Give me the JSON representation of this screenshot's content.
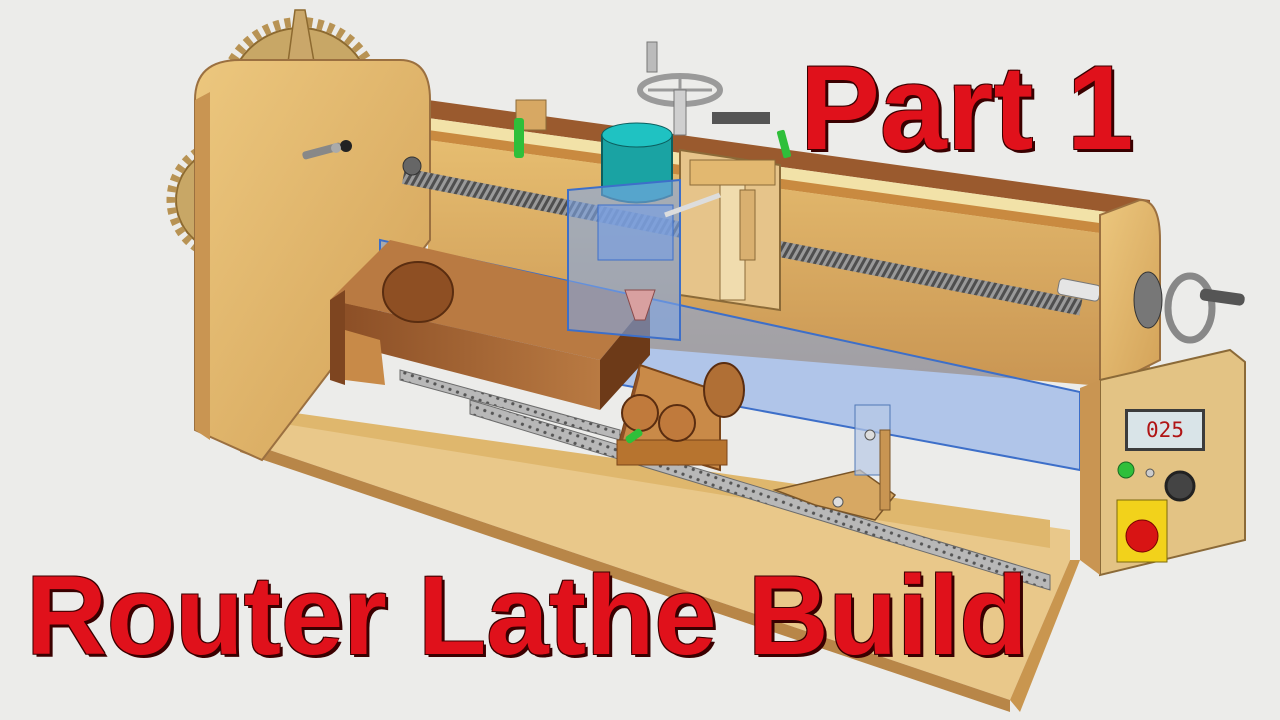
{
  "title": {
    "part": "Part 1",
    "main": "Router Lathe Build"
  },
  "control_panel": {
    "counter_value": "025"
  },
  "colors": {
    "background": "#ececea",
    "title_red": "#e0111b",
    "wood_light": "#e3b96a",
    "wood_dark": "#9a5a2e",
    "router_teal": "#1aa3a3",
    "acrylic_blue": "#7fa6e8",
    "estop_yellow": "#f2d21b",
    "estop_red": "#d81414",
    "indicator_green": "#2fbf3a"
  }
}
